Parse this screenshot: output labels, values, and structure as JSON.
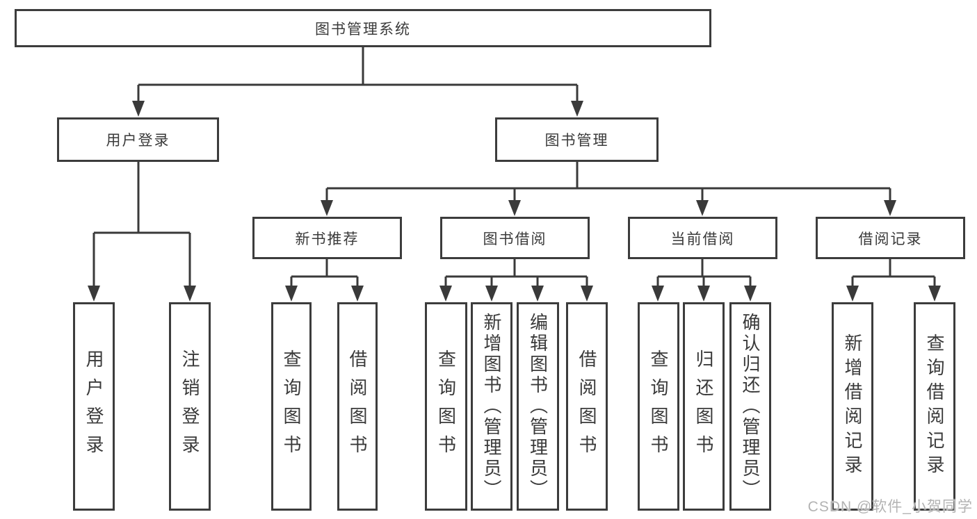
{
  "tree": {
    "root": {
      "label": "图书管理系统",
      "children": [
        {
          "label": "用户登录",
          "children": [
            {
              "label": "用户登录"
            },
            {
              "label": "注销登录"
            }
          ]
        },
        {
          "label": "图书管理",
          "children": [
            {
              "label": "新书推荐",
              "children": [
                {
                  "label": "查询图书"
                },
                {
                  "label": "借阅图书"
                }
              ]
            },
            {
              "label": "图书借阅",
              "children": [
                {
                  "label": "查询图书"
                },
                {
                  "label": "新增图书（管理员）"
                },
                {
                  "label": "编辑图书（管理员）"
                },
                {
                  "label": "借阅图书"
                }
              ]
            },
            {
              "label": "当前借阅",
              "children": [
                {
                  "label": "查询图书"
                },
                {
                  "label": "归还图书"
                },
                {
                  "label": "确认归还（管理员）"
                }
              ]
            },
            {
              "label": "借阅记录",
              "children": [
                {
                  "label": "新增借阅记录"
                },
                {
                  "label": "查询借阅记录"
                }
              ]
            }
          ]
        }
      ]
    }
  },
  "watermark": {
    "text": "CSDN @软件_小贺同学"
  },
  "colors": {
    "line": "#3a3a3a",
    "watermark": "#b3b3b3",
    "background": "#ffffff"
  }
}
